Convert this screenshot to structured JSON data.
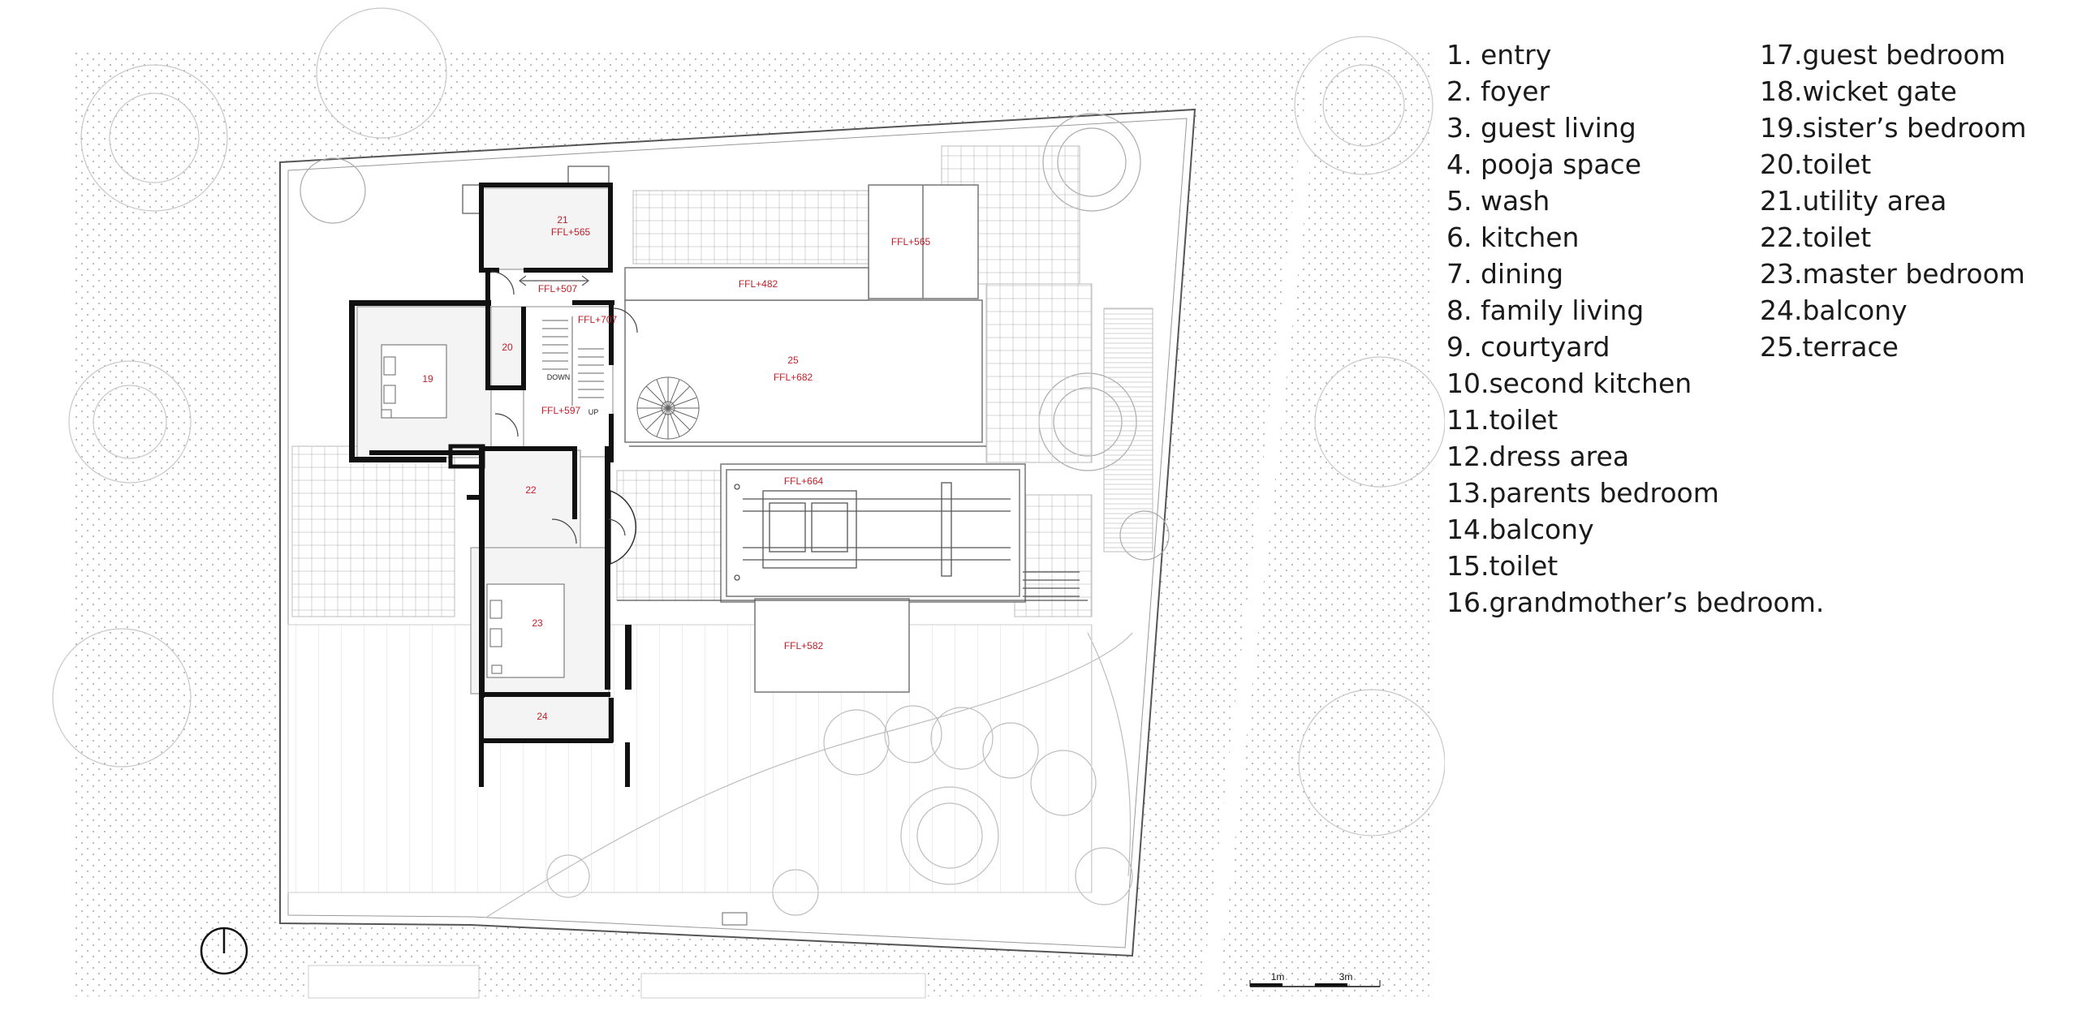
{
  "legend": {
    "left": [
      "1.  entry",
      "2.  foyer",
      "3.  guest living",
      "4.  pooja space",
      "5.  wash",
      "6.  kitchen",
      "7.  dining",
      "8.  family living",
      "9.  courtyard",
      "10.second kitchen",
      "11.toilet",
      "12.dress area",
      "13.parents bedroom",
      "14.balcony",
      "15.toilet",
      "16.grandmother’s bedroom."
    ],
    "right": [
      "17.guest bedroom",
      "18.wicket gate",
      "19.sister’s bedroom",
      "20.toilet",
      "21.utility area",
      "22.toilet",
      "23.master bedroom",
      "24.balcony",
      "25.terrace"
    ]
  },
  "plan_labels": {
    "r21_num": "21",
    "r21_ffl": "FFL+565",
    "ffl_565_top": "FFL+565",
    "ffl_507": "FFL+507",
    "ffl_482": "FFL+482",
    "ffl_707": "FFL+707",
    "r20": "20",
    "r19": "19",
    "down": "DOWN",
    "up": "UP",
    "ffl_597": "FFL+597",
    "r25_num": "25",
    "r25_ffl": "FFL+682",
    "ffl_664": "FFL+664",
    "r22": "22",
    "r23": "23",
    "ffl_582": "FFL+582",
    "r24": "24"
  },
  "scale": {
    "label_1m": "1m",
    "label_3m": "3m"
  },
  "colors": {
    "label_red": "#c0202a",
    "wall": "#111111",
    "thin_line": "#9a9a9a"
  }
}
